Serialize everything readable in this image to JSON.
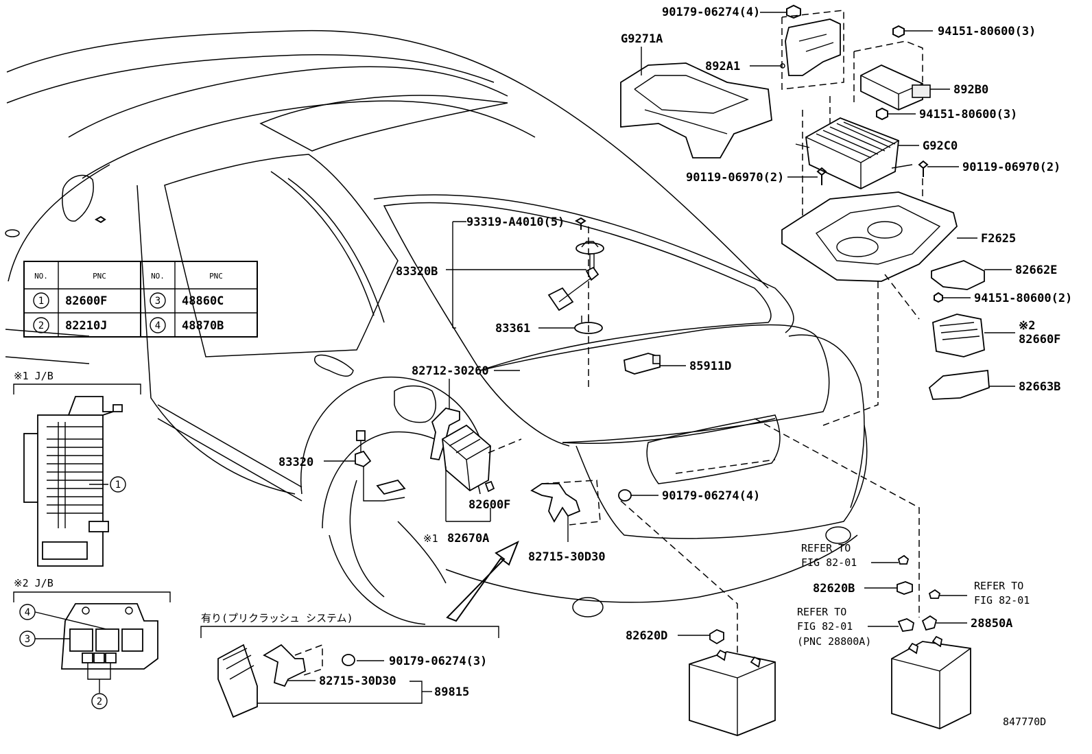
{
  "table": {
    "headers": [
      "NO.",
      "PNC",
      "NO.",
      "PNC"
    ],
    "rows": [
      {
        "n1": "1",
        "p1": "82600F",
        "n2": "3",
        "p2": "48860C"
      },
      {
        "n1": "2",
        "p1": "82210J",
        "n2": "4",
        "p2": "48870B"
      }
    ]
  },
  "jb1_title": "※1 J/B",
  "jb2_title": "※2 J/B",
  "callouts": {
    "c1": "1",
    "c2": "2",
    "c3": "3",
    "c4": "4"
  },
  "precrash_title": "有り(プリクラッシュ システム)",
  "parts": {
    "p90179_top": "90179-06274(4)",
    "g9271a": "G9271A",
    "p892a1": "892A1",
    "p94151_1": "94151-80600(3)",
    "p892b0": "892B0",
    "p94151_2": "94151-80600(3)",
    "g92c0": "G92C0",
    "p90119_left": "90119-06970(2)",
    "p90119_right": "90119-06970(2)",
    "f2625": "F2625",
    "p82662e": "82662E",
    "p94151_3": "94151-80600(2)",
    "mark2": "※2",
    "p82660f": "82660F",
    "p82663b": "82663B",
    "p93319": "93319-A4010(5)",
    "p83320b": "83320B",
    "p83361": "83361",
    "p85911d": "85911D",
    "p82712": "82712-30260",
    "p83320": "83320",
    "p90179_mid": "90179-06274(4)",
    "p82600f": "82600F",
    "mark1": "※1",
    "p82670a": "82670A",
    "p82715_mid": "82715-30D30",
    "refer1_a": "REFER TO",
    "refer1_b": "FIG 82-01",
    "p82620b": "82620B",
    "refer2_a": "REFER TO",
    "refer2_b": "FIG 82-01",
    "refer3_a": "REFER TO",
    "refer3_b": "FIG 82-01",
    "refer3_c": "(PNC 28800A)",
    "p28850a": "28850A",
    "p82620d": "82620D",
    "p90179_bot": "90179-06274(3)",
    "p82715_bot": "82715-30D30",
    "p89815": "89815"
  },
  "figure_id": "847770D"
}
